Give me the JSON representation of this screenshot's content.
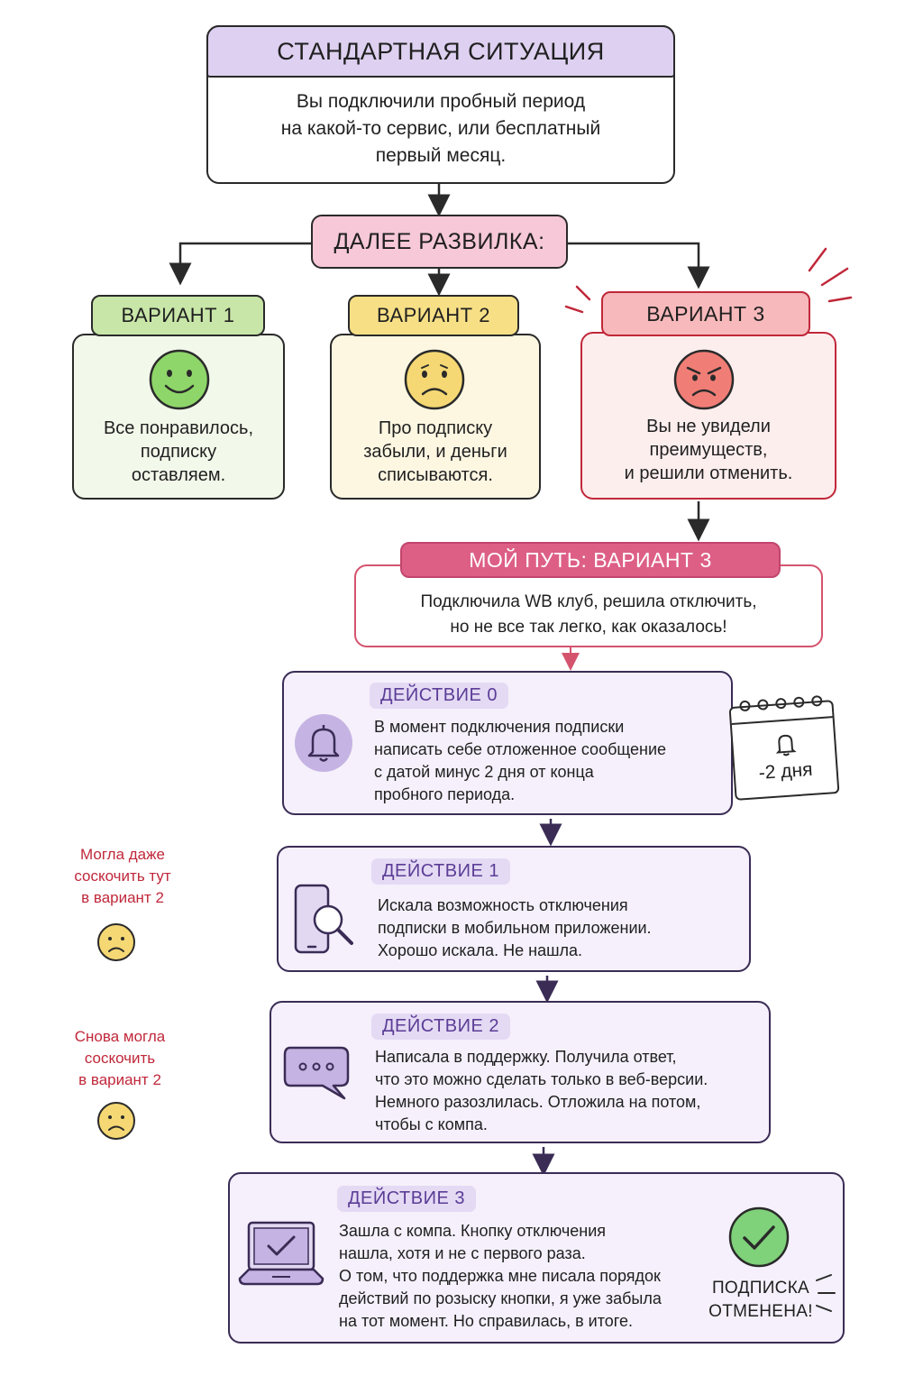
{
  "standard": {
    "title": "СТАНДАРТНАЯ СИТУАЦИЯ",
    "text_lines": [
      "Вы подключили пробный период",
      "на какой-то сервис, или бесплатный",
      "первый месяц."
    ]
  },
  "fork": {
    "label": "ДАЛЕЕ РАЗВИЛКА:"
  },
  "variants": [
    {
      "title": "ВАРИАНТ 1",
      "mood": "happy",
      "lines": [
        "Все понравилось,",
        "подписку",
        "оставляем."
      ],
      "color": "#c8e6a8"
    },
    {
      "title": "ВАРИАНТ 2",
      "mood": "sad",
      "lines": [
        "Про подписку",
        "забыли, и деньги",
        "списываются."
      ],
      "color": "#f7df86"
    },
    {
      "title": "ВАРИАНТ 3",
      "mood": "angry",
      "lines": [
        "Вы не увидели",
        "преимуществ,",
        "и решили отменить."
      ],
      "color": "#f7b9bb"
    }
  ],
  "my_path": {
    "title": "МОЙ ПУТЬ: ВАРИАНТ 3",
    "lines": [
      "Подключила WB клуб, решила отключить,",
      "но не все так легко, как оказалось!"
    ]
  },
  "actions": [
    {
      "label": "ДЕЙСТВИЕ 0",
      "icon": "bell-icon",
      "lines": [
        "В момент подключения подписки",
        "написать себе отложенное сообщение",
        "с датой минус 2 дня от конца",
        "пробного периода."
      ]
    },
    {
      "label": "ДЕЙСТВИЕ 1",
      "icon": "phone-search-icon",
      "lines": [
        "Искала возможность отключения",
        "подписки в мобильном приложении.",
        "Хорошо искала. Не нашла."
      ]
    },
    {
      "label": "ДЕЙСТВИЕ 2",
      "icon": "chat-bubble-icon",
      "lines": [
        "Написала в поддержку. Получила ответ,",
        "что это можно сделать только в веб-версии.",
        "Немного разозлилась. Отложила на потом,",
        "чтобы с компа."
      ]
    },
    {
      "label": "ДЕЙСТВИЕ 3",
      "icon": "laptop-check-icon",
      "lines": [
        "Зашла с компа. Кнопку отключения",
        "нашла, хотя и не с первого раза.",
        "О том, что поддержка мне писала порядок",
        "действий по розыску кнопки, я уже забыла",
        "на тот момент. Но справилась, в итоге."
      ]
    }
  ],
  "calendar": {
    "text": "-2 дня"
  },
  "side_notes": [
    {
      "lines": [
        "Могла даже",
        "соскочить тут",
        "в вариант 2"
      ]
    },
    {
      "lines": [
        "Снова могла",
        "соскочить",
        "в вариант 2"
      ]
    }
  ],
  "result": {
    "lines": [
      "ПОДПИСКА",
      "ОТМЕНЕНА!"
    ]
  },
  "colors": {
    "purple_header": "#ddd0f0",
    "pink_fork": "#f6c8d8",
    "my_path_header": "#dd5f86",
    "action_bg": "#f5f0fb",
    "action_border": "#3a2c55",
    "accent_red": "#c0283a",
    "check_green": "#7fd17a"
  }
}
